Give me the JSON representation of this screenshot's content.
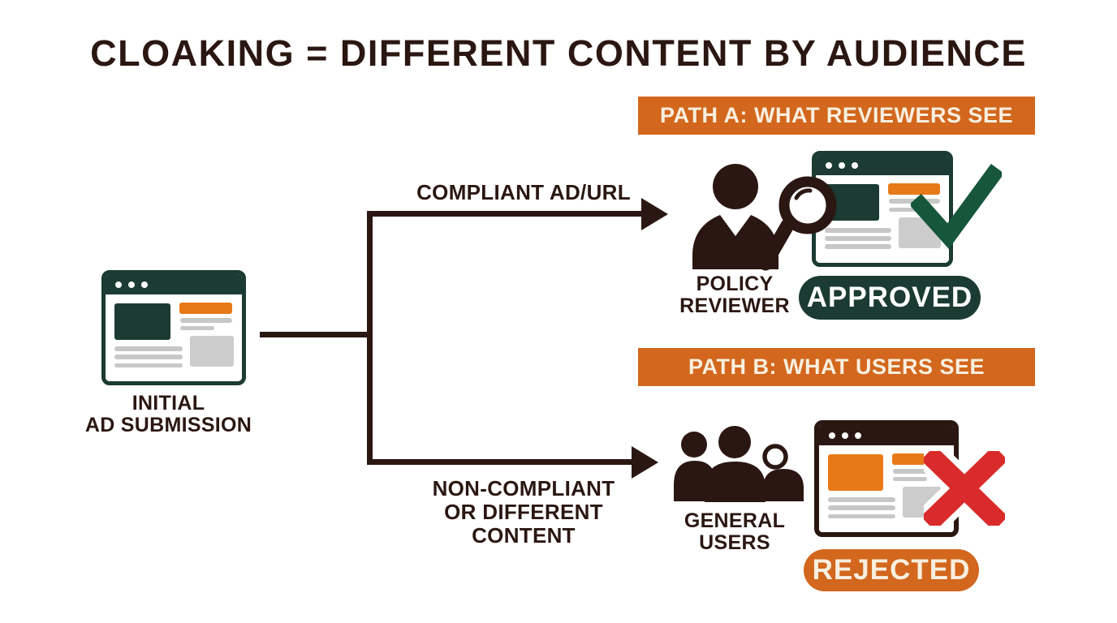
{
  "title": "CLOAKING = DIFFERENT CONTENT BY AUDIENCE",
  "colors": {
    "ink": "#2B1712",
    "banner_orange": "#D2671D",
    "content_orange": "#E87917",
    "teal": "#1B3B33",
    "check_green": "#16563B",
    "reject_red": "#D92B2B",
    "cream_text": "#F8EFDF"
  },
  "initial_node": {
    "icon": "browser-window-icon",
    "label1": "INITIAL",
    "label2": "AD SUBMISSION"
  },
  "path_a": {
    "banner": "PATH A: WHAT REVIEWERS SEE",
    "arrow_label": "COMPLIANT AD/URL",
    "actor_icon": "policy-reviewer-with-magnifier-icon",
    "actor1": "POLICY",
    "actor2": "REVIEWER",
    "result_icon": "approved-page-with-checkmark-icon",
    "badge": "APPROVED"
  },
  "path_b": {
    "banner": "PATH B: WHAT USERS SEE",
    "arrow1": "NON-COMPLIANT",
    "arrow2": "OR DIFFERENT",
    "arrow3": "CONTENT",
    "actor_icon": "general-users-group-icon",
    "actor1": "GENERAL",
    "actor2": "USERS",
    "result_icon": "rejected-page-with-x-icon",
    "badge": "REJECTED"
  }
}
